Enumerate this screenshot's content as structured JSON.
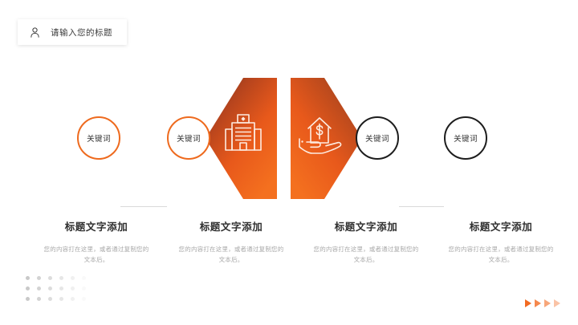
{
  "header": {
    "icon": "user-icon",
    "title": "请输入您的标题"
  },
  "theme": {
    "accent": "#ee6a1e",
    "accent_bright": "#f4701f",
    "accent_dark": "#8c3a1e",
    "dark_outline": "#1d1d1d",
    "muted_text": "#a8a8a8",
    "title_text": "#2f2f2f",
    "connector": "#d9d9d9",
    "dot": "#c9c9c9"
  },
  "diagram": {
    "nodes": [
      {
        "label": "关键词",
        "style": "accent"
      },
      {
        "label": "关键词",
        "style": "accent"
      },
      {
        "label": "关键词",
        "style": "dark"
      },
      {
        "label": "关键词",
        "style": "dark"
      }
    ],
    "hexagons": [
      {
        "icon": "hospital-building-icon"
      },
      {
        "icon": "house-money-hand-icon"
      }
    ]
  },
  "captions": [
    {
      "title": "标题文字添加",
      "body": "您的内容打在这里，或者通过复制您的文本后。"
    },
    {
      "title": "标题文字添加",
      "body": "您的内容打在这里，或者通过复制您的文本后。"
    },
    {
      "title": "标题文字添加",
      "body": "您的内容打在这里，或者通过复制您的文本后。"
    },
    {
      "title": "标题文字添加",
      "body": "您的内容打在这里，或者通过复制您的文本后。"
    }
  ],
  "decor": {
    "dot_grid_columns": 6,
    "dot_grid_rows": 3,
    "arrow_count": 4
  }
}
